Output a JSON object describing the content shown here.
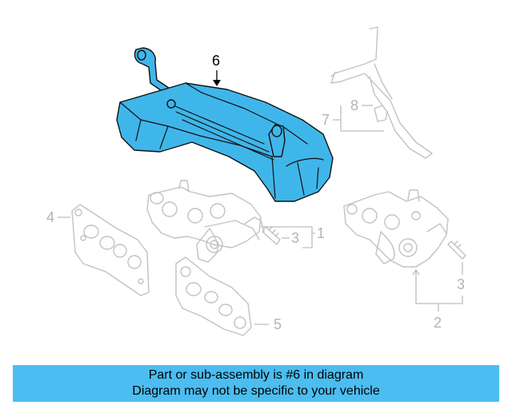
{
  "callouts": {
    "c1": "1",
    "c2": "2",
    "c3a": "3",
    "c3b": "3",
    "c4": "4",
    "c5": "5",
    "c6": "6",
    "c7": "7",
    "c8": "8"
  },
  "banner": {
    "line1": "Part or sub-assembly is #6 in diagram",
    "line2": "Diagram may not be specific to your vehicle"
  },
  "colors": {
    "highlight": "#3fb6ea",
    "banner": "#4cbdf0",
    "ghost": "#c2c2c2"
  }
}
